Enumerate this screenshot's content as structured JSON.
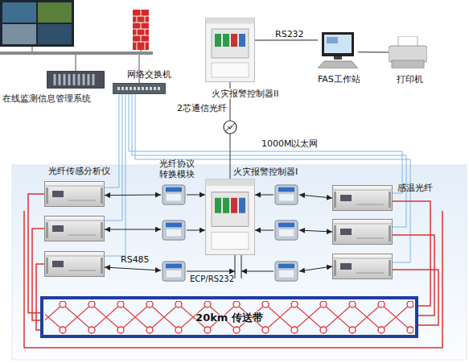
{
  "diagram": {
    "nodes": [
      {
        "text": [
          "在线监测信息管理系统"
        ]
      },
      {
        "text": [
          "网络交换机"
        ]
      },
      {
        "text": [
          "火灾报警控制器II"
        ]
      },
      {
        "text": [
          "FAS工作站"
        ]
      },
      {
        "text": [
          "打印机"
        ]
      },
      {
        "text": [
          "光纤传感分析仪"
        ]
      },
      {
        "text": [
          "光纤协议 转换模块"
        ]
      },
      {
        "text": [
          "火灾报警控制器I"
        ]
      },
      {
        "text": [
          "20km 传送带"
        ]
      }
    ],
    "edges": [
      {
        "from": 0,
        "to": 1,
        "arrow": "none"
      },
      {
        "from": 2,
        "to": 3,
        "label": "RS232",
        "arrow": "none"
      },
      {
        "from": 3,
        "to": 4,
        "arrow": "none"
      },
      {
        "from": 2,
        "to": 7,
        "label": "2芯通信光纤",
        "arrow": "none"
      },
      {
        "from": 1,
        "to": 5,
        "arrow": "none"
      },
      {
        "from": 5,
        "to": 6,
        "arrow": "both"
      },
      {
        "from": 6,
        "to": 7,
        "arrow": "to"
      },
      {
        "from": 5,
        "to": 8,
        "arrow": "none"
      }
    ],
    "labels": [
      "1000M以太网",
      "感温光纤",
      "RS485",
      "ECP/RS232"
    ]
  }
}
